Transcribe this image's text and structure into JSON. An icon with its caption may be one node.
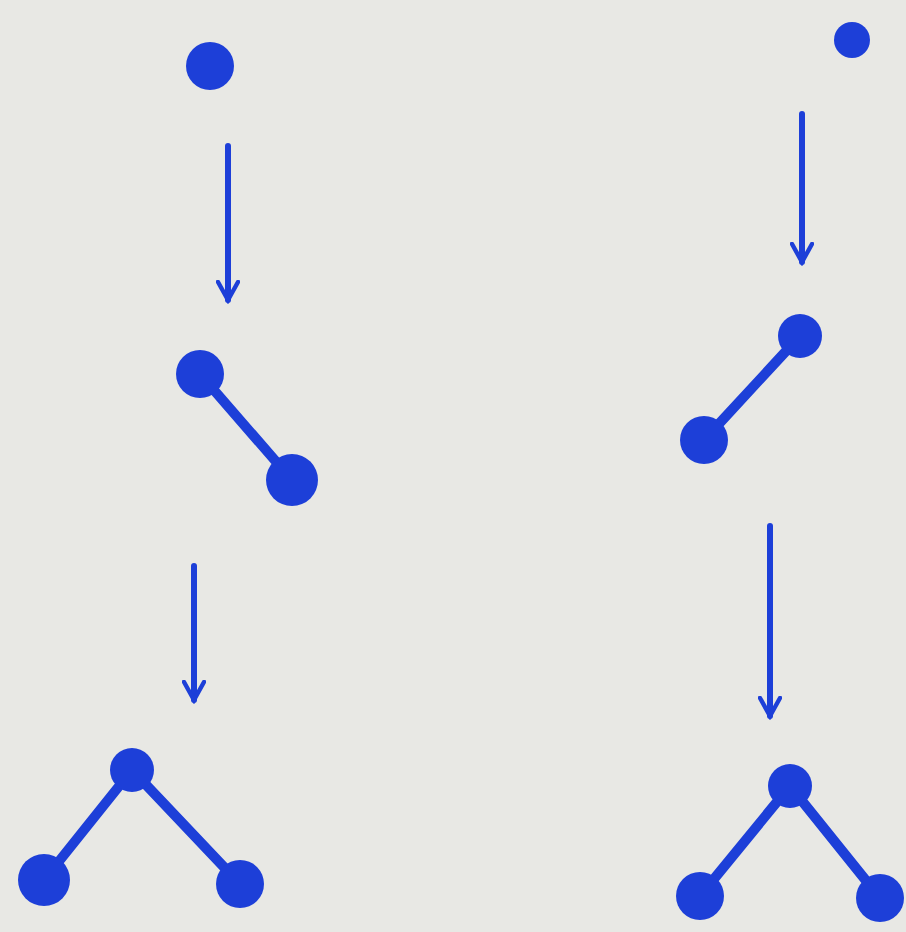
{
  "diagram": {
    "nodes": [
      {
        "text": [],
        "shape": "circle"
      },
      {
        "text": [],
        "shape": "circle"
      },
      {
        "text": [],
        "shape": "picture"
      },
      {
        "text": [],
        "shape": "picture"
      },
      {
        "text": [],
        "shape": "picture"
      },
      {
        "text": [],
        "shape": "picture"
      }
    ],
    "edges": [
      {
        "from": 0,
        "to": 2,
        "arrow": "to"
      },
      {
        "from": 2,
        "to": 4,
        "arrow": "to"
      },
      {
        "from": 1,
        "to": 3,
        "arrow": "to"
      },
      {
        "from": 3,
        "to": 5,
        "arrow": "to"
      }
    ]
  }
}
